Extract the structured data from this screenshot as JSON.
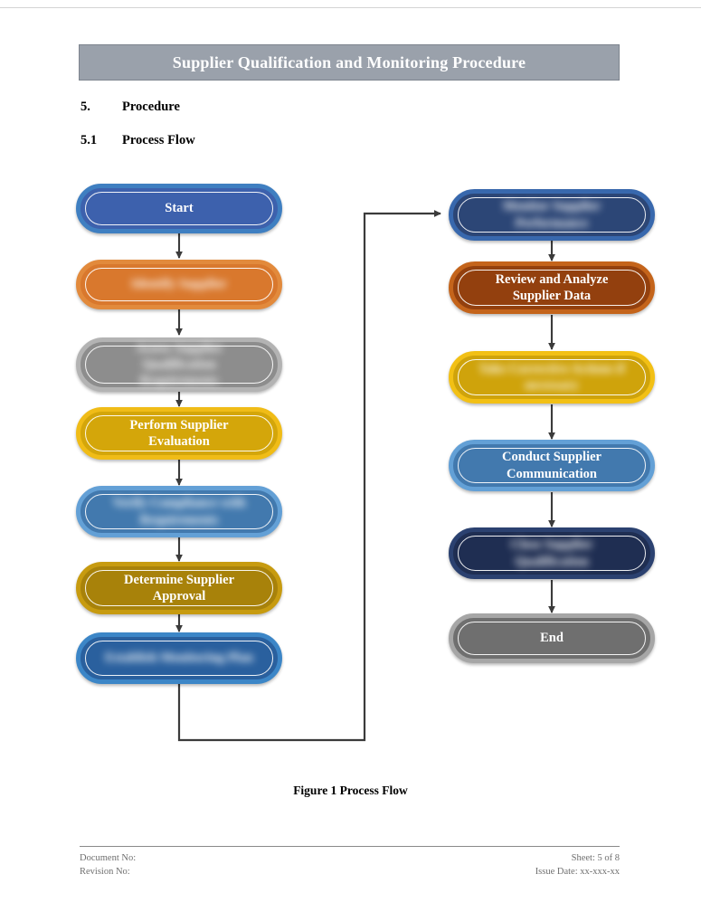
{
  "document": {
    "title": "Supplier Qualification and Monitoring Procedure",
    "headings": [
      {
        "number": "5.",
        "text": "Procedure"
      },
      {
        "number": "5.1",
        "text": "Process Flow"
      }
    ],
    "figure_caption": "Figure 1 Process Flow",
    "footer": {
      "document_no_label": "Document No:",
      "revision_no_label": "Revision No:",
      "sheet": "Sheet: 5 of 8",
      "issue_date": "Issue Date: xx-xxx-xx"
    }
  },
  "colors": {
    "title_bar": "#9aa1ab",
    "title_bar_border": "#7d848e",
    "connector": "#3b3b3b",
    "page_background": "#ffffff",
    "footer_text": "#6f6f6f"
  },
  "flowchart": {
    "left_column": [
      {
        "id": "start",
        "label": "Start",
        "fill": "#3d61ad",
        "outline": "#3f7fc1",
        "blurred": false
      },
      {
        "id": "identify-supplier",
        "label": "Identify Supplier",
        "fill": "#d9782d",
        "outline": "#e28a3c",
        "blurred": true
      },
      {
        "id": "assess-supplier-qualification-requirements",
        "label": "Assess Supplier Qualification Requirements",
        "fill": "#8d8d8d",
        "outline": "#b3b3b3",
        "blurred": true
      },
      {
        "id": "perform-supplier-evaluation",
        "label": "Perform Supplier Evaluation",
        "fill": "#d4a60a",
        "outline": "#f0bc17",
        "blurred": false
      },
      {
        "id": "verify-compliance-with-requirements",
        "label": "Verify Compliance with Requirements",
        "fill": "#4279ae",
        "outline": "#63a0d6",
        "blurred": true
      },
      {
        "id": "determine-supplier-approval",
        "label": "Determine Supplier Approval",
        "fill": "#a8820a",
        "outline": "#c79b10",
        "blurred": false
      },
      {
        "id": "establish-monitoring-plan",
        "label": "Establish Monitoring Plan",
        "fill": "#2a609e",
        "outline": "#3c86c7",
        "blurred": true
      }
    ],
    "right_column": [
      {
        "id": "monitor-supplier-performance",
        "label": "Monitor Supplier Performance",
        "fill": "#2c4676",
        "outline": "#3868ad",
        "blurred": true
      },
      {
        "id": "review-and-analyze-supplier-data",
        "label": "Review and Analyze Supplier Data",
        "fill": "#93400e",
        "outline": "#c4641b",
        "blurred": false
      },
      {
        "id": "take-corrective-actions-if-necessary",
        "label": "Take Corrective Actions if necessary",
        "fill": "#cfa30b",
        "outline": "#f2c015",
        "blurred": true
      },
      {
        "id": "conduct-supplier-communication",
        "label": "Conduct Supplier Communication",
        "fill": "#4279ae",
        "outline": "#63a0d6",
        "blurred": false
      },
      {
        "id": "close-supplier-qualification",
        "label": "Close Supplier Qualification",
        "fill": "#1f2e52",
        "outline": "#2b4170",
        "blurred": true
      },
      {
        "id": "end",
        "label": "End",
        "fill": "#6f6f6f",
        "outline": "#a6a6a6",
        "blurred": false
      }
    ],
    "loop_connector": {
      "description": "Establish Monitoring Plan -> Monitor Supplier Performance"
    }
  }
}
